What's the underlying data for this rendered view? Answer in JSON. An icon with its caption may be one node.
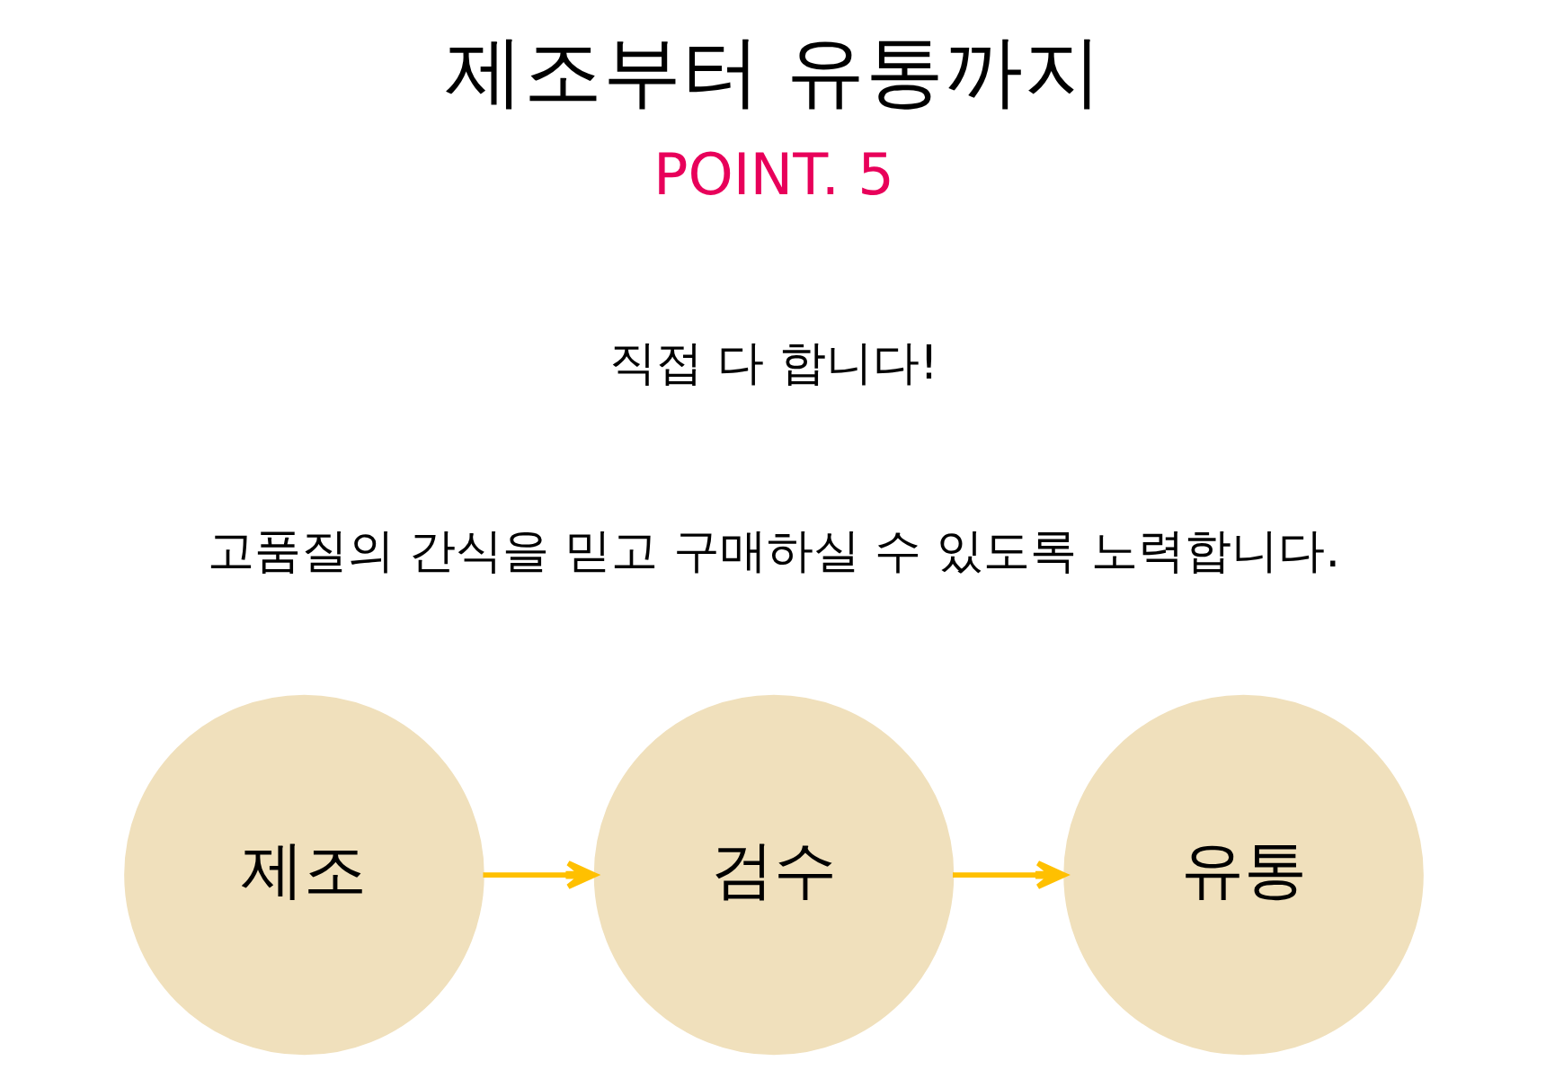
{
  "diagram": {
    "title": "제조부터 유통까지",
    "nodes": [
      {
        "text": [
          "제조"
        ]
      },
      {
        "text": [
          "검수"
        ]
      },
      {
        "text": [
          "유통"
        ]
      }
    ],
    "edges": [
      {
        "from": 0,
        "to": 1,
        "arrow": "to",
        "color": "#ffc000"
      },
      {
        "from": 1,
        "to": 2,
        "arrow": "to",
        "color": "#ffc000"
      }
    ],
    "labels": [
      "POINT. 5",
      "직접 다 합니다!",
      "고품질의 간식을 믿고 구매하실 수 있도록 노력합니다."
    ]
  }
}
